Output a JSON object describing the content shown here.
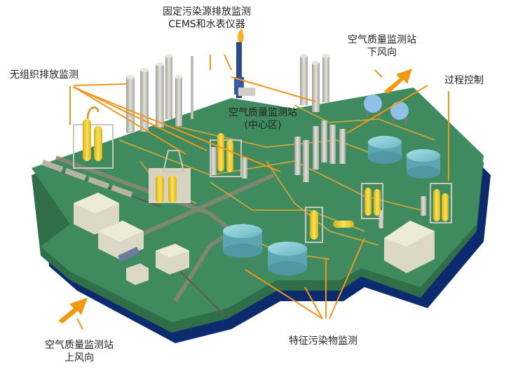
{
  "labels": {
    "fixed_source_line1": "固定污染源排放监测",
    "fixed_source_line2": "CEMS和水表仪器",
    "downwind_line1": "空气质量监测站",
    "downwind_line2": "下风向",
    "fugitive": "无组织排放监测",
    "process_control": "过程控制",
    "center_line1": "空气质量监测站",
    "center_line2": "(中心区)",
    "characteristic": "特征污染物监测",
    "upwind_line1": "空气质量监测站",
    "upwind_line2": "上风向"
  },
  "colors": {
    "ground": "#3f8a5e",
    "ground_edge": "#2f6e49",
    "water_base": "#0c2a6e",
    "tank": "#7ec6cf",
    "tank_dark": "#5aa6b2",
    "tower": "#c9c9c0",
    "reactor_yellow": "#f3d23a",
    "building": "#dcd8c6",
    "pipe": "#c9a63a",
    "road": "#8a8779",
    "callout": "#f0961c",
    "sphere": "#8fc1e6"
  },
  "icons": {
    "wind_arrow": "arrow-icon",
    "flare": "flame-icon"
  }
}
